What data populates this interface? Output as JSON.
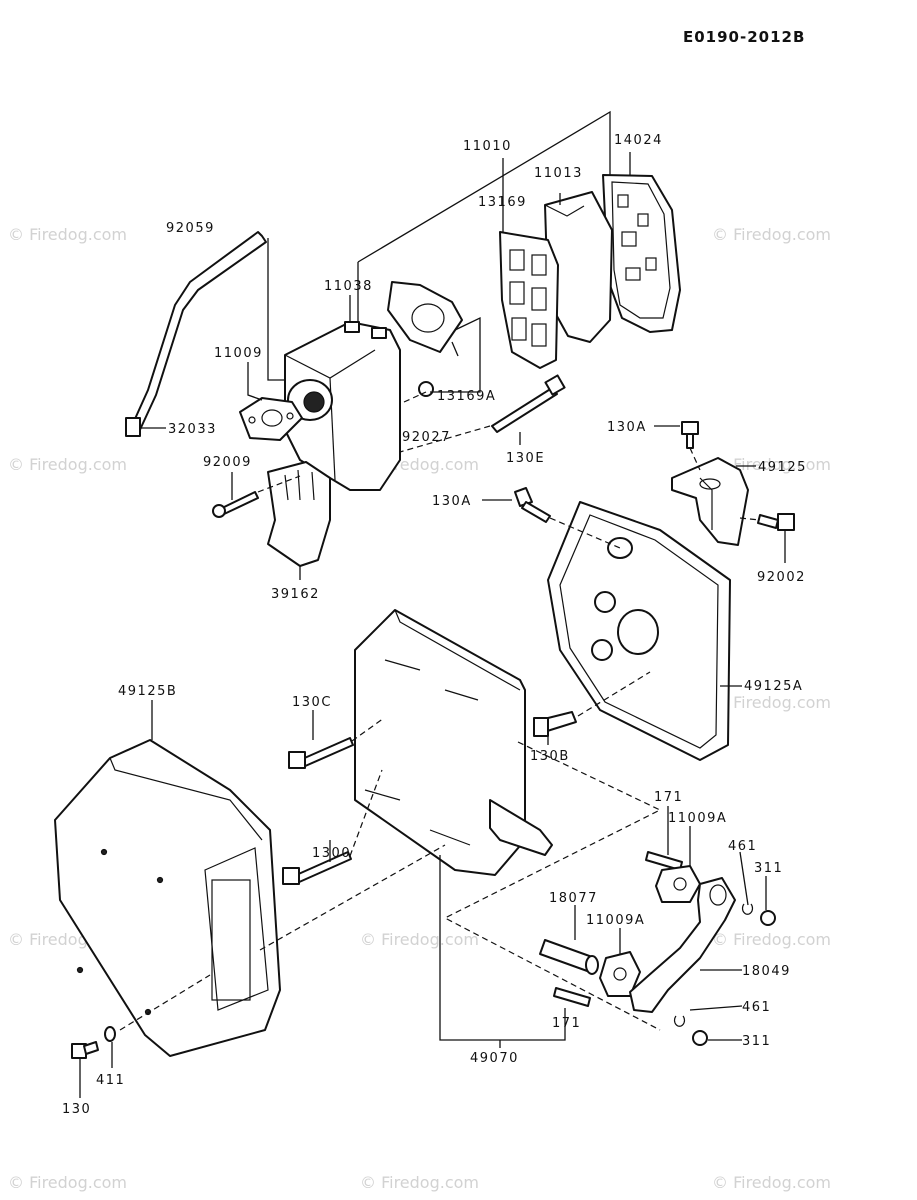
{
  "diagram_code": "E0190-2012B",
  "watermark_text": "© Firedog.com",
  "labels": {
    "p11010": "11010",
    "p14024": "14024",
    "p11013": "11013",
    "p13169": "13169",
    "p92059": "92059",
    "p11038": "11038",
    "p11009": "11009",
    "p13169A": "13169A",
    "p92027": "92027",
    "p32033": "32033",
    "p130E": "130E",
    "p92009": "92009",
    "p39162": "39162",
    "p130A_1": "130A",
    "p49125": "49125",
    "p130A_2": "130A",
    "p92002": "92002",
    "p49125B": "49125B",
    "p130C": "130C",
    "p49125A": "49125A",
    "p130B": "130B",
    "p1300": "1300",
    "p171_1": "171",
    "p11009A_1": "11009A",
    "p461_1": "461",
    "p311_1": "311",
    "p18077": "18077",
    "p11009A_2": "11009A",
    "p18049": "18049",
    "p461_2": "461",
    "p171_2": "171",
    "p311_2": "311",
    "p49070": "49070",
    "p411": "411",
    "p130": "130"
  }
}
